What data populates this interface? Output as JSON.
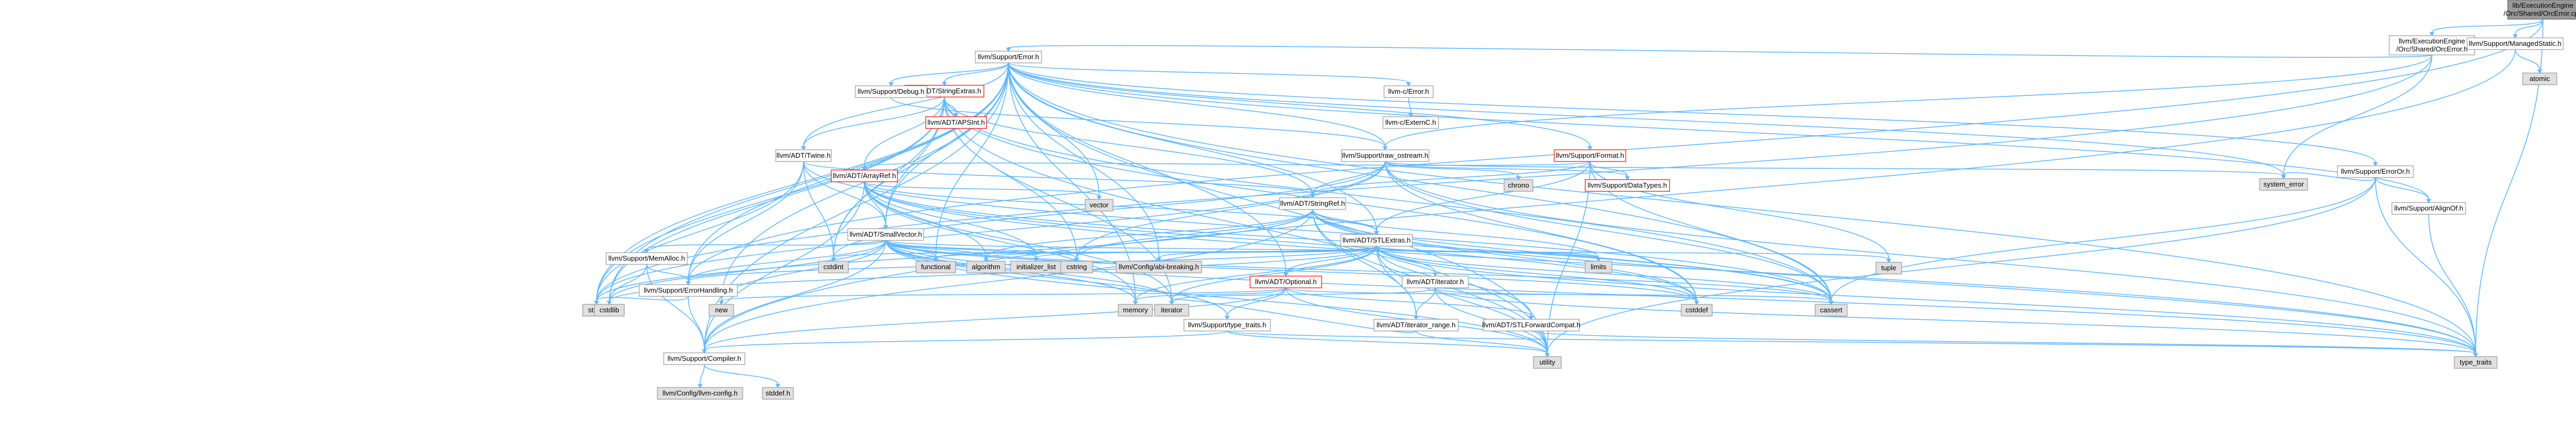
{
  "graph": {
    "colors": {
      "edge": "#63b8ff",
      "root_fill": "#999999",
      "node_border": "#999999",
      "incomplete_border": "#ff0000",
      "external_fill": "#e0e0e0"
    },
    "nodes": [
      {
        "id": "root",
        "label": "lib/ExecutionEngine\n/Orc/Shared/OrcError.cpp",
        "kind": "root"
      },
      {
        "id": "orcerror_h",
        "label": "llvm/ExecutionEngine\n/Orc/Shared/OrcError.h",
        "kind": "normal"
      },
      {
        "id": "managedstatic",
        "label": "llvm/Support/ManagedStatic.h",
        "kind": "normal"
      },
      {
        "id": "atomic",
        "label": "atomic",
        "kind": "sys"
      },
      {
        "id": "error_h",
        "label": "llvm/Support/Error.h",
        "kind": "normal"
      },
      {
        "id": "llvmc_error",
        "label": "llvm-c/Error.h",
        "kind": "normal"
      },
      {
        "id": "externc",
        "label": "llvm-c/ExternC.h",
        "kind": "normal"
      },
      {
        "id": "stringextras",
        "label": "llvm/ADT/StringExtras.h",
        "kind": "red"
      },
      {
        "id": "debug_h",
        "label": "llvm/Support/Debug.h",
        "kind": "normal"
      },
      {
        "id": "apsint",
        "label": "llvm/ADT/APSInt.h",
        "kind": "red"
      },
      {
        "id": "arrayref",
        "label": "llvm/ADT/ArrayRef.h",
        "kind": "red"
      },
      {
        "id": "twine",
        "label": "llvm/ADT/Twine.h",
        "kind": "normal"
      },
      {
        "id": "raw_ostream",
        "label": "llvm/Support/raw_ostream.h",
        "kind": "normal"
      },
      {
        "id": "format_h",
        "label": "llvm/Support/Format.h",
        "kind": "red"
      },
      {
        "id": "erroror",
        "label": "llvm/Support/ErrorOr.h",
        "kind": "normal"
      },
      {
        "id": "alignof",
        "label": "llvm/Support/AlignOf.h",
        "kind": "normal"
      },
      {
        "id": "system_error",
        "label": "system_error",
        "kind": "sys"
      },
      {
        "id": "stringref",
        "label": "llvm/ADT/StringRef.h",
        "kind": "normal"
      },
      {
        "id": "smallvector",
        "label": "llvm/ADT/SmallVector.h",
        "kind": "normal"
      },
      {
        "id": "stlextras",
        "label": "llvm/ADT/STLExtras.h",
        "kind": "normal"
      },
      {
        "id": "chrono",
        "label": "chrono",
        "kind": "sys"
      },
      {
        "id": "datatypes",
        "label": "llvm/Support/DataTypes.h",
        "kind": "red"
      },
      {
        "id": "vector",
        "label": "vector",
        "kind": "sys"
      },
      {
        "id": "memalloc",
        "label": "llvm/Support/MemAlloc.h",
        "kind": "normal"
      },
      {
        "id": "errorhandling",
        "label": "llvm/Support/ErrorHandling.h",
        "kind": "normal"
      },
      {
        "id": "optional",
        "label": "llvm/ADT/Optional.h",
        "kind": "red"
      },
      {
        "id": "iterator_h",
        "label": "llvm/ADT/iterator.h",
        "kind": "normal"
      },
      {
        "id": "stlforward",
        "label": "llvm/ADT/STLForwardCompat.h",
        "kind": "normal"
      },
      {
        "id": "iterator_range",
        "label": "llvm/ADT/iterator_range.h",
        "kind": "normal"
      },
      {
        "id": "type_traits_h",
        "label": "llvm/Support/type_traits.h",
        "kind": "normal"
      },
      {
        "id": "compiler",
        "label": "llvm/Support/Compiler.h",
        "kind": "normal"
      },
      {
        "id": "llvm_config",
        "label": "llvm/Config/llvm-config.h",
        "kind": "sys"
      },
      {
        "id": "stddef",
        "label": "stddef.h",
        "kind": "sys"
      },
      {
        "id": "string",
        "label": "string",
        "kind": "sys"
      },
      {
        "id": "cstdlib",
        "label": "cstdlib",
        "kind": "sys"
      },
      {
        "id": "new",
        "label": "new",
        "kind": "sys"
      },
      {
        "id": "memory",
        "label": "memory",
        "kind": "sys"
      },
      {
        "id": "iterator",
        "label": "iterator",
        "kind": "sys"
      },
      {
        "id": "cstdint",
        "label": "cstdint",
        "kind": "sys"
      },
      {
        "id": "functional",
        "label": "functional",
        "kind": "sys"
      },
      {
        "id": "algorithm",
        "label": "algorithm",
        "kind": "sys"
      },
      {
        "id": "initializer_list",
        "label": "initializer_list",
        "kind": "sys"
      },
      {
        "id": "cstring",
        "label": "cstring",
        "kind": "sys"
      },
      {
        "id": "abibreaking",
        "label": "llvm/Config/abi-breaking.h",
        "kind": "sys"
      },
      {
        "id": "limits",
        "label": "limits",
        "kind": "sys"
      },
      {
        "id": "tuple",
        "label": "tuple",
        "kind": "sys"
      },
      {
        "id": "cstddef",
        "label": "cstddef",
        "kind": "sys"
      },
      {
        "id": "cassert",
        "label": "cassert",
        "kind": "sys"
      },
      {
        "id": "utility",
        "label": "utility",
        "kind": "sys"
      },
      {
        "id": "type_traits",
        "label": "type_traits",
        "kind": "sys"
      }
    ],
    "edges": [
      [
        "root",
        "orcerror_h"
      ],
      [
        "root",
        "managedstatic"
      ],
      [
        "root",
        "errorhandling"
      ],
      [
        "root",
        "type_traits"
      ],
      [
        "orcerror_h",
        "error_h"
      ],
      [
        "orcerror_h",
        "raw_ostream"
      ],
      [
        "orcerror_h",
        "system_error"
      ],
      [
        "orcerror_h",
        "string"
      ],
      [
        "managedstatic",
        "atomic"
      ],
      [
        "managedstatic",
        "compiler"
      ],
      [
        "error_h",
        "llvmc_error"
      ],
      [
        "error_h",
        "stringextras"
      ],
      [
        "error_h",
        "twine"
      ],
      [
        "error_h",
        "abibreaking"
      ],
      [
        "error_h",
        "alignof"
      ],
      [
        "error_h",
        "compiler"
      ],
      [
        "error_h",
        "debug_h"
      ],
      [
        "error_h",
        "errorhandling"
      ],
      [
        "error_h",
        "erroror"
      ],
      [
        "error_h",
        "format_h"
      ],
      [
        "error_h",
        "raw_ostream"
      ],
      [
        "error_h",
        "cassert"
      ],
      [
        "error_h",
        "cstdint"
      ],
      [
        "error_h",
        "cstdlib"
      ],
      [
        "error_h",
        "functional"
      ],
      [
        "error_h",
        "memory"
      ],
      [
        "error_h",
        "new"
      ],
      [
        "error_h",
        "optional"
      ],
      [
        "error_h",
        "string"
      ],
      [
        "error_h",
        "system_error"
      ],
      [
        "error_h",
        "type_traits"
      ],
      [
        "error_h",
        "utility"
      ],
      [
        "error_h",
        "vector"
      ],
      [
        "error_h",
        "stlextras"
      ],
      [
        "error_h",
        "smallvector"
      ],
      [
        "llvmc_error",
        "externc"
      ],
      [
        "stringextras",
        "apsint"
      ],
      [
        "stringextras",
        "arrayref"
      ],
      [
        "stringextras",
        "smallvector"
      ],
      [
        "stringextras",
        "stringref"
      ],
      [
        "stringextras",
        "twine"
      ],
      [
        "stringextras",
        "cassert"
      ],
      [
        "stringextras",
        "cstddef"
      ],
      [
        "stringextras",
        "cstdint"
      ],
      [
        "stringextras",
        "cstdlib"
      ],
      [
        "stringextras",
        "cstring"
      ],
      [
        "stringextras",
        "iterator"
      ],
      [
        "stringextras",
        "string"
      ],
      [
        "stringextras",
        "utility"
      ],
      [
        "debug_h",
        "raw_ostream"
      ],
      [
        "arrayref",
        "stlextras"
      ],
      [
        "arrayref",
        "smallvector"
      ],
      [
        "arrayref",
        "compiler"
      ],
      [
        "arrayref",
        "algorithm"
      ],
      [
        "arrayref",
        "array"
      ],
      [
        "arrayref",
        "cassert"
      ],
      [
        "arrayref",
        "cstddef"
      ],
      [
        "arrayref",
        "initializer_list"
      ],
      [
        "arrayref",
        "iterator"
      ],
      [
        "arrayref",
        "memory"
      ],
      [
        "arrayref",
        "type_traits"
      ],
      [
        "arrayref",
        "vector"
      ],
      [
        "twine",
        "smallvector"
      ],
      [
        "twine",
        "stringref"
      ],
      [
        "twine",
        "errorhandling"
      ],
      [
        "twine",
        "cassert"
      ],
      [
        "twine",
        "cstdint"
      ],
      [
        "twine",
        "string"
      ],
      [
        "raw_ostream",
        "stringref"
      ],
      [
        "raw_ostream",
        "datatypes"
      ],
      [
        "raw_ostream",
        "cassert"
      ],
      [
        "raw_ostream",
        "chrono"
      ],
      [
        "raw_ostream",
        "cstddef"
      ],
      [
        "raw_ostream",
        "cstdint"
      ],
      [
        "raw_ostream",
        "cstring"
      ],
      [
        "raw_ostream",
        "string"
      ],
      [
        "raw_ostream",
        "system_error"
      ],
      [
        "raw_ostream",
        "type_traits"
      ],
      [
        "format_h",
        "arrayref"
      ],
      [
        "format_h",
        "stlextras"
      ],
      [
        "format_h",
        "stringref"
      ],
      [
        "format_h",
        "datatypes"
      ],
      [
        "format_h",
        "cassert"
      ],
      [
        "format_h",
        "cstdio"
      ],
      [
        "format_h",
        "tuple"
      ],
      [
        "format_h",
        "utility"
      ],
      [
        "erroror",
        "alignof"
      ],
      [
        "erroror",
        "cassert"
      ],
      [
        "erroror",
        "system_error"
      ],
      [
        "erroror",
        "type_traits"
      ],
      [
        "erroror",
        "utility"
      ],
      [
        "alignof",
        "type_traits"
      ],
      [
        "stringref",
        "stlextras"
      ],
      [
        "stringref",
        "iterator_range"
      ],
      [
        "stringref",
        "compiler"
      ],
      [
        "stringref",
        "algorithm"
      ],
      [
        "stringref",
        "cassert"
      ],
      [
        "stringref",
        "cstddef"
      ],
      [
        "stringref",
        "cstring"
      ],
      [
        "stringref",
        "limits"
      ],
      [
        "stringref",
        "string"
      ],
      [
        "stringref",
        "type_traits"
      ],
      [
        "stringref",
        "utility"
      ],
      [
        "smallvector",
        "compiler"
      ],
      [
        "smallvector",
        "type_traits_h"
      ],
      [
        "smallvector",
        "algorithm"
      ],
      [
        "smallvector",
        "cassert"
      ],
      [
        "smallvector",
        "cstddef"
      ],
      [
        "smallvector",
        "cstdlib"
      ],
      [
        "smallvector",
        "cstring"
      ],
      [
        "smallvector",
        "functional"
      ],
      [
        "smallvector",
        "initializer_list"
      ],
      [
        "smallvector",
        "iterator"
      ],
      [
        "smallvector",
        "limits"
      ],
      [
        "smallvector",
        "memory"
      ],
      [
        "smallvector",
        "new"
      ],
      [
        "smallvector",
        "type_traits"
      ],
      [
        "smallvector",
        "utility"
      ],
      [
        "smallvector",
        "errorhandling"
      ],
      [
        "smallvector",
        "memalloc"
      ],
      [
        "stlextras",
        "optional"
      ],
      [
        "stlextras",
        "stlforward"
      ],
      [
        "stlextras",
        "iterator_h"
      ],
      [
        "stlextras",
        "iterator_range"
      ],
      [
        "stlextras",
        "abibreaking"
      ],
      [
        "stlextras",
        "errorhandling"
      ],
      [
        "stlextras",
        "algorithm"
      ],
      [
        "stlextras",
        "cassert"
      ],
      [
        "stlextras",
        "cstddef"
      ],
      [
        "stlextras",
        "cstdint"
      ],
      [
        "stlextras",
        "cstdlib"
      ],
      [
        "stlextras",
        "functional"
      ],
      [
        "stlextras",
        "initializer_list"
      ],
      [
        "stlextras",
        "iterator"
      ],
      [
        "stlextras",
        "limits"
      ],
      [
        "stlextras",
        "memory"
      ],
      [
        "stlextras",
        "tuple"
      ],
      [
        "stlextras",
        "type_traits"
      ],
      [
        "stlextras",
        "utility"
      ],
      [
        "memalloc",
        "compiler"
      ],
      [
        "memalloc",
        "errorhandling"
      ],
      [
        "memalloc",
        "cstdlib"
      ],
      [
        "errorhandling",
        "compiler"
      ],
      [
        "errorhandling",
        "string"
      ],
      [
        "optional",
        "stlforward"
      ],
      [
        "optional",
        "compiler"
      ],
      [
        "optional",
        "type_traits_h"
      ],
      [
        "optional",
        "cassert"
      ],
      [
        "optional",
        "memory"
      ],
      [
        "optional",
        "new"
      ],
      [
        "optional",
        "utility"
      ],
      [
        "iterator_h",
        "iterator_range"
      ],
      [
        "iterator_h",
        "cstddef"
      ],
      [
        "iterator_h",
        "iterator"
      ],
      [
        "iterator_h",
        "type_traits"
      ],
      [
        "iterator_h",
        "utility"
      ],
      [
        "stlforward",
        "type_traits"
      ],
      [
        "iterator_range",
        "iterator"
      ],
      [
        "iterator_range",
        "utility"
      ],
      [
        "type_traits_h",
        "compiler"
      ],
      [
        "type_traits_h",
        "type_traits"
      ],
      [
        "type_traits_h",
        "utility"
      ],
      [
        "compiler",
        "llvm_config"
      ],
      [
        "compiler",
        "stddef"
      ]
    ]
  }
}
